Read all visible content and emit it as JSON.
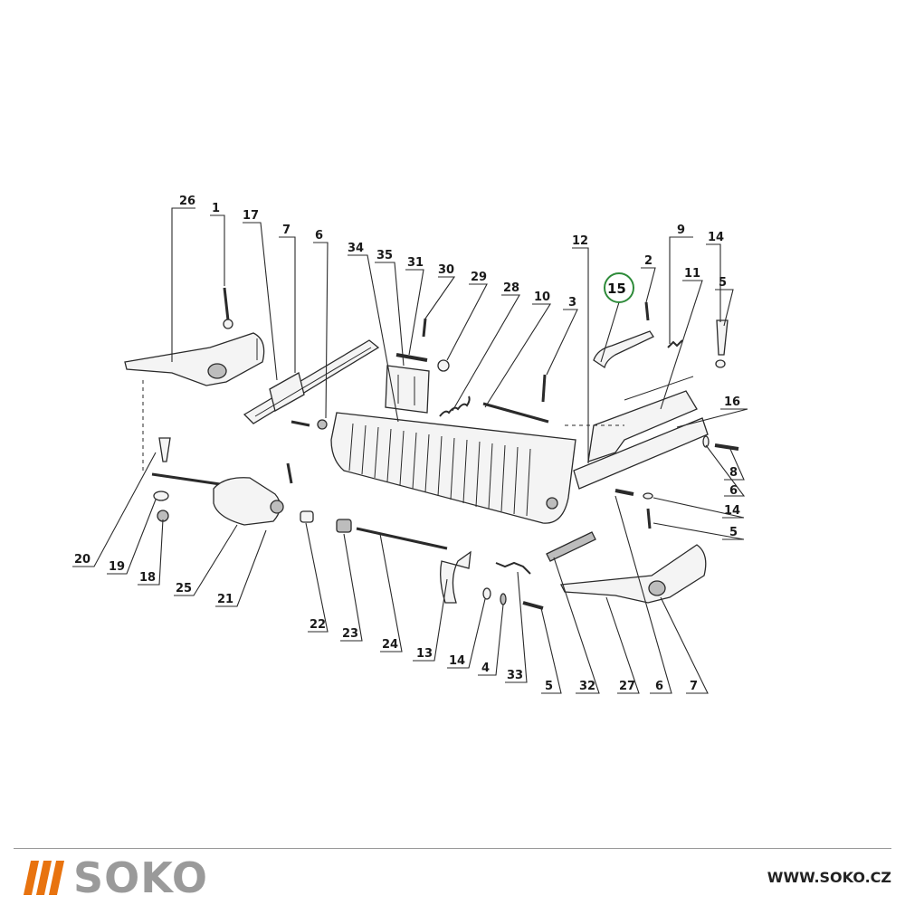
{
  "diagram": {
    "labels": [
      "26",
      "1",
      "17",
      "7",
      "6",
      "34",
      "35",
      "31",
      "30",
      "29",
      "28",
      "10",
      "3",
      "12",
      "15",
      "2",
      "9",
      "11",
      "14",
      "5",
      "16",
      "8",
      "6",
      "14",
      "5",
      "20",
      "19",
      "18",
      "25",
      "21",
      "22",
      "23",
      "24",
      "13",
      "14",
      "4",
      "33",
      "5",
      "32",
      "27",
      "6",
      "7"
    ],
    "highlighted_label": "15",
    "highlight_color": "#2e8b3a"
  },
  "footer": {
    "brand": "SOKO",
    "url": "WWW.SOKO.CZ",
    "accent_color": "#e8730f"
  }
}
